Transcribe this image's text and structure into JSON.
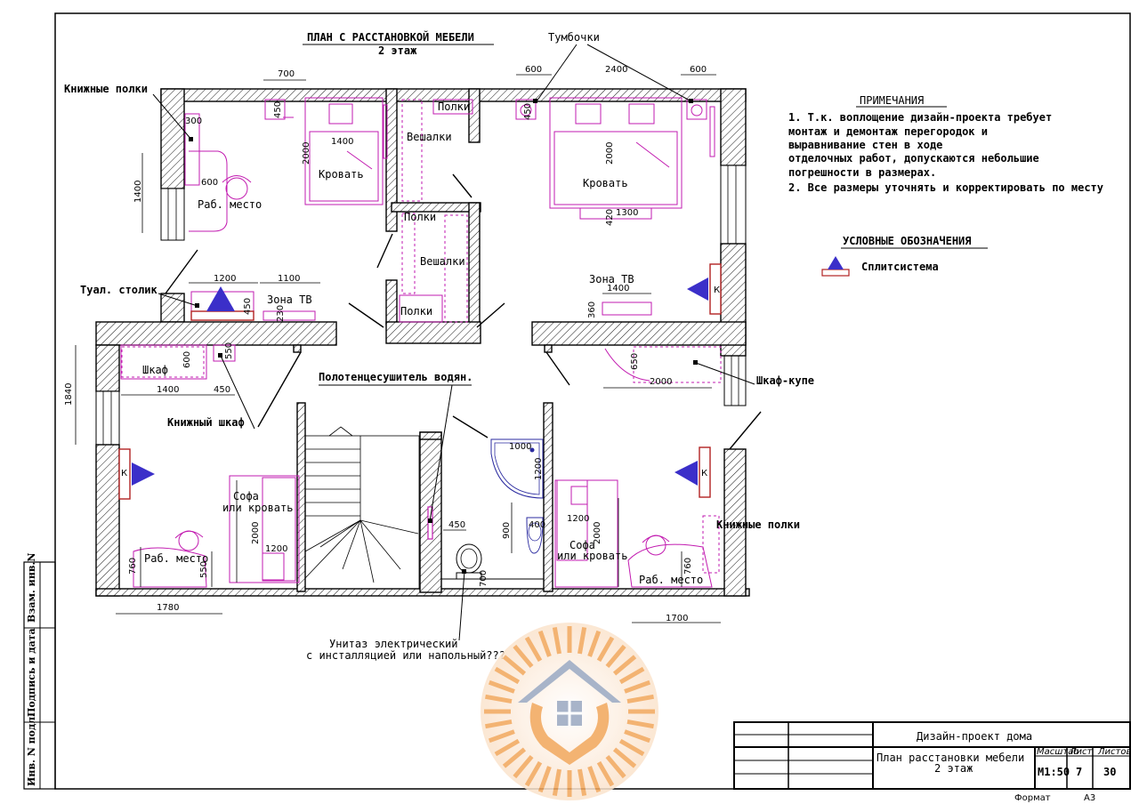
{
  "title": {
    "line1": "ПЛАН С РАССТАНОВКОЙ МЕБЕЛИ",
    "line2": "2 этаж"
  },
  "notes": {
    "heading": "ПРИМЕЧАНИЯ",
    "lines": [
      "1. Т.к.  воплощение дизайн-проекта требует",
      "монтаж и демонтаж перегородок и",
      "выравнивание стен в ходе",
      "отделочных работ, допускаются небольшие",
      "погрешности в размерах.",
      "2. Все размеры уточнять и корректировать по месту"
    ]
  },
  "legend": {
    "heading": "УСЛОВНЫЕ ОБОЗНАЧЕНИЯ",
    "split_system": "Сплитсистема"
  },
  "callouts": {
    "bookshelves_top": "Книжные полки",
    "nightstands": "Тумбочки",
    "vanity": "Туал. столик",
    "towel_dryer": "Полотенцесушитель водян.",
    "bookcase": "Книжный шкаф",
    "wardrobe_coupe": "Шкаф-купе",
    "bookshelves_right": "Книжные полки",
    "toilet_line1": "Унитаз электрический",
    "toilet_line2": "с инсталляцией или напольный???"
  },
  "rooms": {
    "bed_left": "Кровать",
    "bed_right": "Кровать",
    "work_top": "Раб. место",
    "hangers_top": "Вешалки",
    "shelves_top": "Полки",
    "shelves_mid": "Полки",
    "hangers_mid": "Вешалки",
    "shelves_bot": "Полки",
    "tv_left": "Зона ТВ",
    "tv_right": "Зона ТВ",
    "closet": "Шкаф",
    "sofa_left_1": "Софа",
    "sofa_left_2": "или кровать",
    "work_bl": "Раб. место",
    "sofa_right_1": "Софа",
    "sofa_right_2": "или кровать",
    "work_br": "Раб. место",
    "ac_k": "К"
  },
  "dims": {
    "d700": "700",
    "d600a": "600",
    "d2400": "2400",
    "d600b": "600",
    "d300": "300",
    "d450a": "450",
    "d1400a": "1400",
    "d2000a": "2000",
    "d600c": "600",
    "d1400b": "1400",
    "d450b": "450",
    "d2000b": "2000",
    "d420": "420",
    "d1300": "1300",
    "d1200a": "1200",
    "d1100": "1100",
    "d450c": "450",
    "d230": "230",
    "d1400c": "1400",
    "d360": "360",
    "d600d": "600",
    "d550a": "550",
    "d1400d": "1400",
    "d450d": "450",
    "d650": "650",
    "d2000c": "2000",
    "d1840": "1840",
    "d1000": "1000",
    "d1200b": "1200",
    "d450e": "450",
    "d900": "900",
    "d400": "400",
    "d700b": "700",
    "d2000d": "2000",
    "d1200c": "1200",
    "d1200d": "1200",
    "d2000e": "2000",
    "d760a": "760",
    "d550b": "550",
    "d760b": "760",
    "d1780": "1780",
    "d1700": "1700"
  },
  "side_stamp": {
    "a": "Взам. инв.N",
    "b": "Подпись и дата",
    "c": "Инв. N подл."
  },
  "titleblock": {
    "project": "Дизайн-проект дома",
    "sheet_title_1": "План расстановки мебели",
    "sheet_title_2": "2 этаж",
    "scale_h": "Масштаб",
    "sheet_h": "Лист",
    "sheets_h": "Листов",
    "scale": "М1:50",
    "sheet": "7",
    "sheets": "30",
    "format_label": "Формат",
    "format": "А3"
  },
  "colors": {
    "furniture": "#c21bb0",
    "ac": "#3b2fc9",
    "ac_box": "#b22222",
    "logo": "#f2a65a",
    "logo_house": "#9aa7c0"
  }
}
